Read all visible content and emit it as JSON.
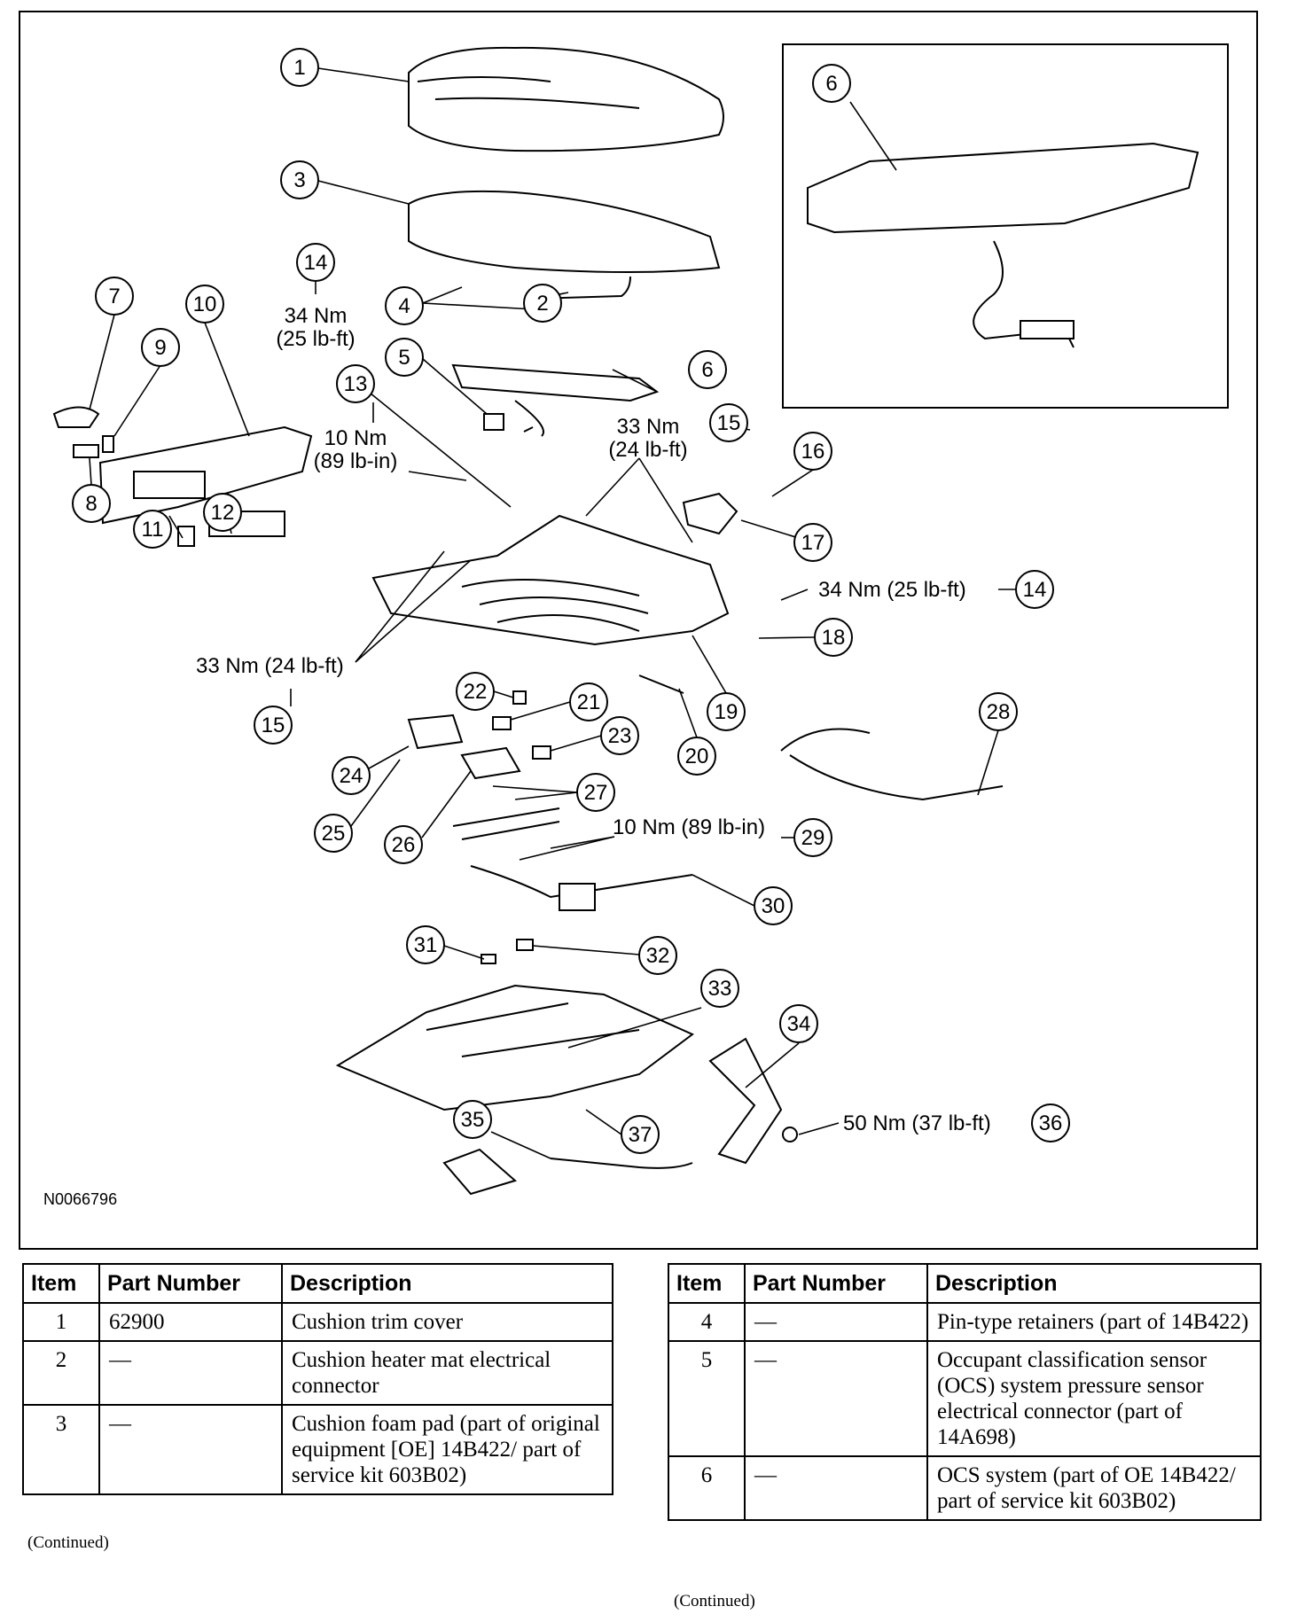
{
  "diagram": {
    "figure_id": "N0066796",
    "callouts": [
      "1",
      "2",
      "3",
      "4",
      "5",
      "6",
      "6",
      "7",
      "8",
      "9",
      "10",
      "11",
      "12",
      "13",
      "14",
      "14",
      "15",
      "15",
      "16",
      "17",
      "18",
      "19",
      "20",
      "21",
      "22",
      "23",
      "24",
      "25",
      "26",
      "27",
      "28",
      "29",
      "30",
      "31",
      "32",
      "33",
      "34",
      "35",
      "36",
      "37"
    ],
    "torque_specs": {
      "t14_top_line1": "34 Nm",
      "t14_top_line2": "(25 lb-ft)",
      "t13_line1": "10 Nm",
      "t13_line2": "(89 lb-in)",
      "t15_right_line1": "33 Nm",
      "t15_right_line2": "(24 lb-ft)",
      "t14_right": "34 Nm (25 lb-ft)",
      "t15_left": "33 Nm (24 lb-ft)",
      "t29": "10 Nm (89 lb-in)",
      "t36": "50 Nm (37 lb-ft)"
    }
  },
  "table_left": {
    "headers": [
      "Item",
      "Part Number",
      "Description"
    ],
    "rows": [
      {
        "item": "1",
        "part": "62900",
        "desc": "Cushion trim cover"
      },
      {
        "item": "2",
        "part": "—",
        "desc": "Cushion heater mat electrical connector"
      },
      {
        "item": "3",
        "part": "—",
        "desc": "Cushion foam pad (part of original equipment [OE] 14B422/ part of service kit 603B02)"
      }
    ],
    "continued": "(Continued)"
  },
  "table_right": {
    "headers": [
      "Item",
      "Part Number",
      "Description"
    ],
    "rows": [
      {
        "item": "4",
        "part": "—",
        "desc": "Pin-type retainers (part of 14B422)"
      },
      {
        "item": "5",
        "part": "—",
        "desc": "Occupant classification sensor (OCS) system pressure sensor electrical connector (part of 14A698)"
      },
      {
        "item": "6",
        "part": "—",
        "desc": "OCS system (part of OE 14B422/ part of service kit 603B02)"
      }
    ],
    "continued": "(Continued)"
  }
}
